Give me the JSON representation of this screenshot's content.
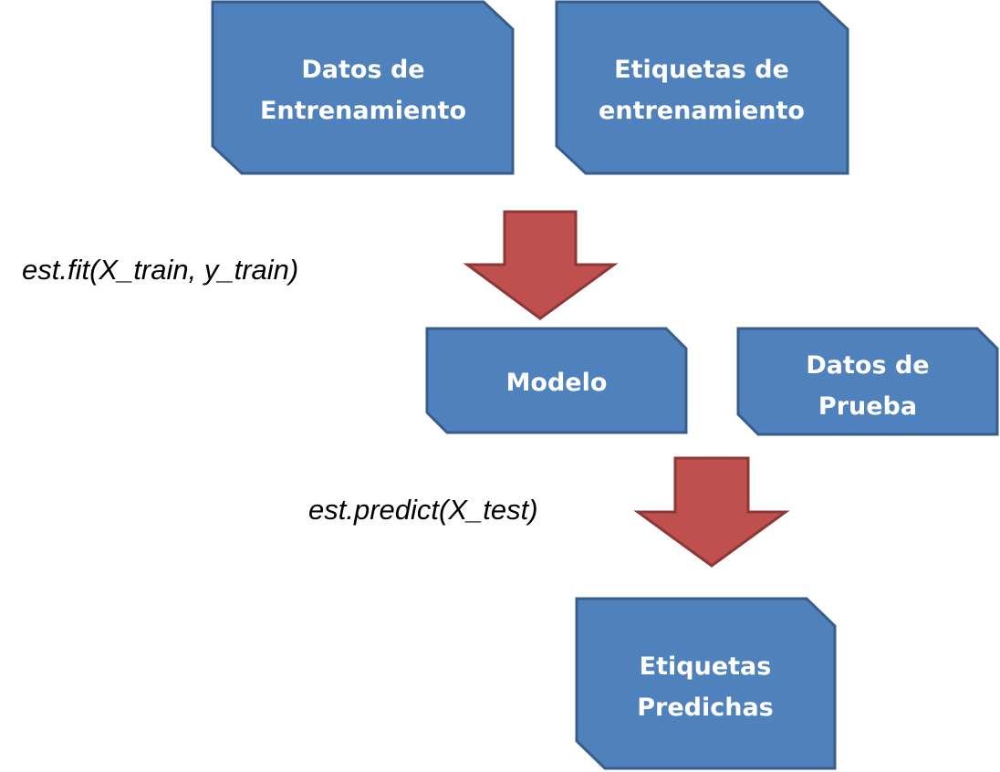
{
  "boxes": {
    "training_data": {
      "line1": "Datos  de",
      "line2": "Entrenamiento"
    },
    "training_labels": {
      "line1": "Etiquetas de",
      "line2": "entrenamiento"
    },
    "model": {
      "line1": "Modelo"
    },
    "test_data": {
      "line1": "Datos de",
      "line2": "Prueba"
    },
    "predicted_labels": {
      "line1": "Etiquetas",
      "line2": "Predichas"
    }
  },
  "code": {
    "fit": "est.fit(X_train, y_train)",
    "predict": "est.predict(X_test)"
  },
  "colors": {
    "box_fill": "#4f81bd",
    "box_stroke": "#385d8a",
    "arrow_fill": "#c0504d",
    "arrow_stroke": "#8c3836",
    "text_on_box": "#ffffff",
    "code_text": "#000000"
  }
}
